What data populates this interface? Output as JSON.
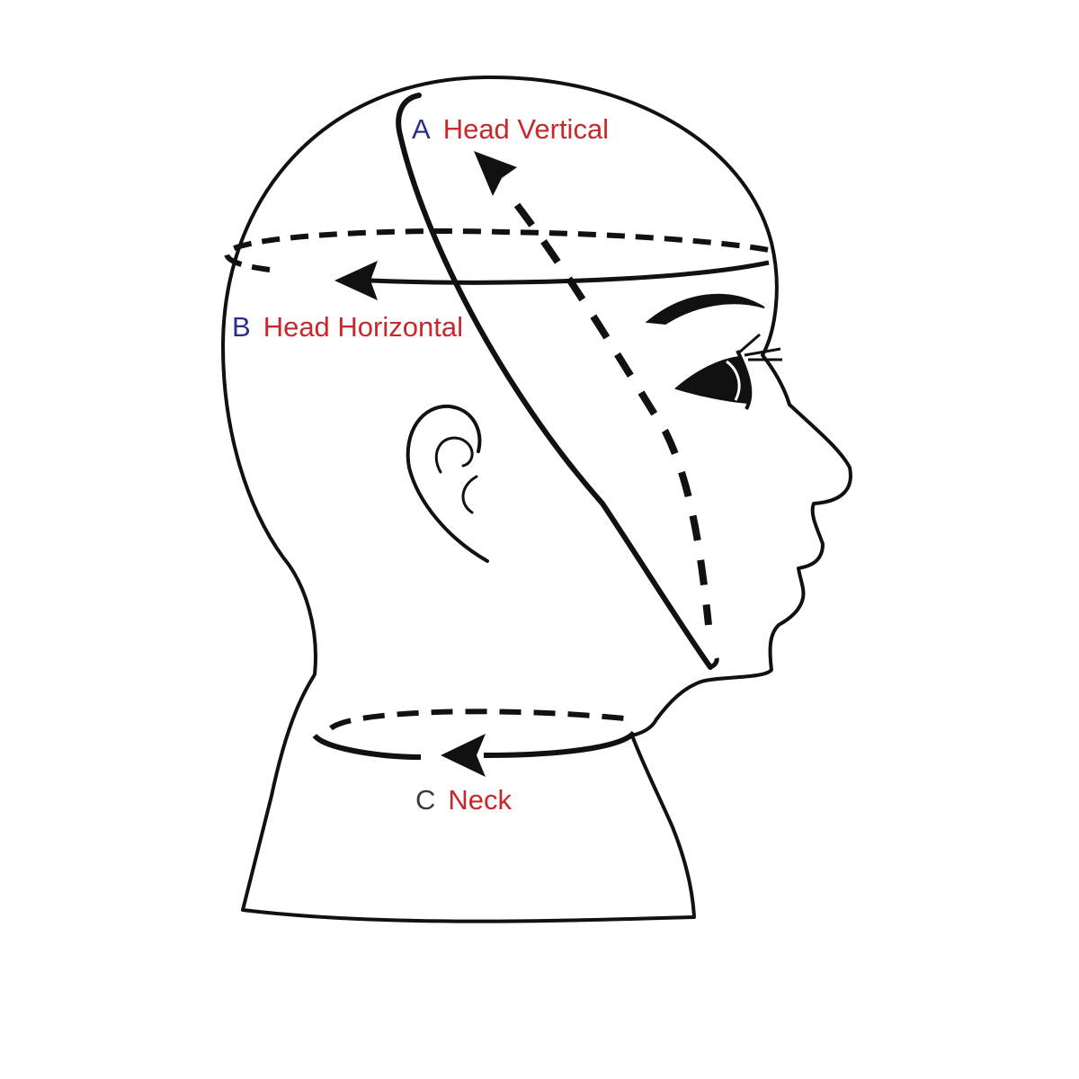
{
  "colors": {
    "outline": "#111111",
    "letter_a": "#2b2f86",
    "letter_b": "#2b2f86",
    "letter_c": "#3a3a3a",
    "label_text": "#c8282c",
    "background": "#ffffff"
  },
  "measurements": [
    {
      "letter": "A",
      "label": "Head Vertical"
    },
    {
      "letter": "B",
      "label": "Head Horizontal"
    },
    {
      "letter": "C",
      "label": "Neck"
    }
  ]
}
